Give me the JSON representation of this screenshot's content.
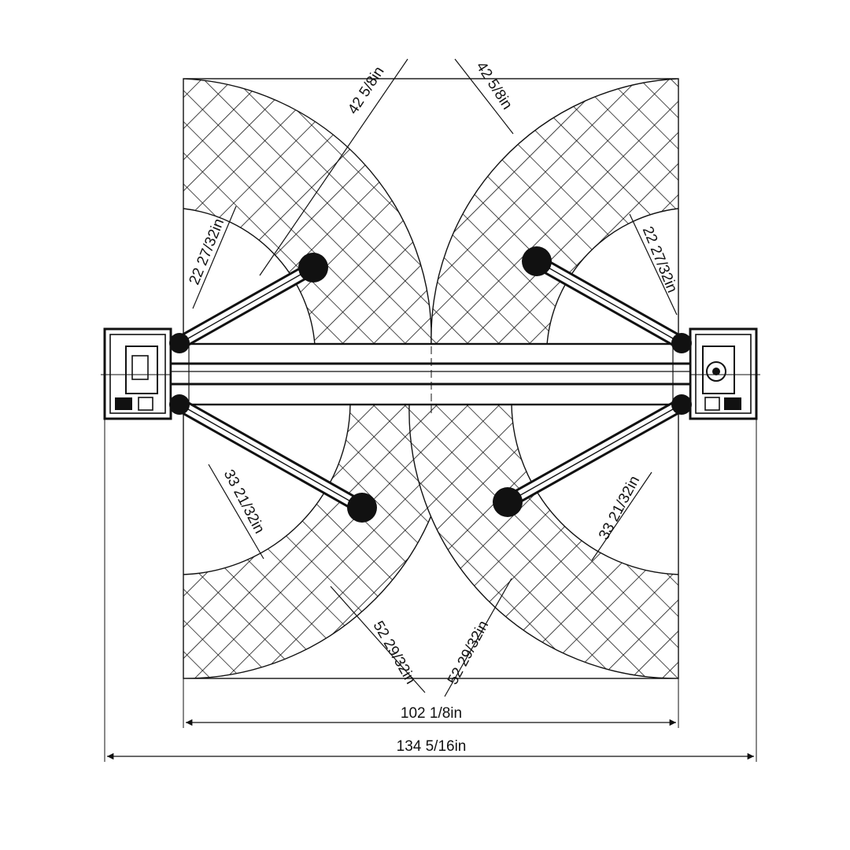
{
  "colors": {
    "ink": "#111111",
    "background": "#ffffff"
  },
  "dimensions": {
    "top_left_arm_sweep": "42 5/8in",
    "top_right_arm_sweep": "42 5/8in",
    "left_short_arm_radius": "22 27/32in",
    "right_short_arm_radius": "22 27/32in",
    "left_lower_arm_radius": "33 21/32in",
    "right_lower_arm_radius": "33 21/32in",
    "bottom_left_arm_sweep": "52 29/32in",
    "bottom_right_arm_sweep": "52 29/32in",
    "inner_width": "102 1/8in",
    "overall_width": "134 5/16in"
  }
}
